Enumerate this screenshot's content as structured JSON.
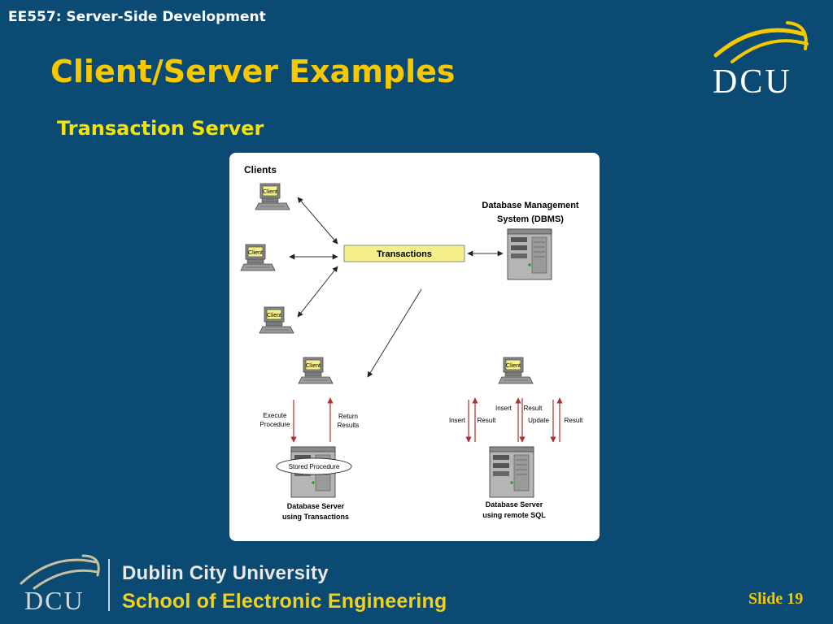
{
  "header": {
    "course": "EE557: Server-Side Development",
    "title": "Client/Server Examples",
    "subtitle": "Transaction Server"
  },
  "logo": {
    "text": "DCU"
  },
  "diagram": {
    "clients_heading": "Clients",
    "client_label": "Client",
    "transactions": "Transactions",
    "dbms_line1": "Database Management",
    "dbms_line2": "System (DBMS)",
    "execute_line1": "Execute",
    "execute_line2": "Procedure",
    "return_line1": "Return",
    "return_line2": "Results",
    "stored_procedure": "Stored Procedure",
    "server_trans_line1": "Database Server",
    "server_trans_line2": "using Transactions",
    "insert_outer": "Insert",
    "result_inner_left": "Result",
    "insert_center": "Insert",
    "result_center": "Result",
    "update": "Update",
    "result_outer": "Result",
    "server_sql_line1": "Database Server",
    "server_sql_line2": "using remote SQL"
  },
  "footer": {
    "university": "Dublin City University",
    "school": "School of Electronic Engineering",
    "slide": "Slide 19"
  }
}
